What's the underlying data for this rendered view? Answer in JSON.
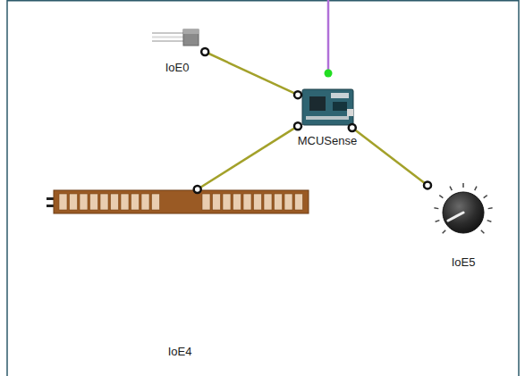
{
  "diagram": {
    "nodes": [
      {
        "text": [
          "IoE0"
        ]
      },
      {
        "text": [
          "MCUSense"
        ]
      },
      {
        "text": [
          "IoE4"
        ]
      },
      {
        "text": [
          "IoE5"
        ]
      }
    ],
    "edges": [
      {
        "from": 0,
        "to": 1,
        "arrow": "none"
      },
      {
        "from": 1,
        "to": 2,
        "arrow": "none"
      },
      {
        "from": 1,
        "to": 3,
        "arrow": "none"
      }
    ]
  }
}
